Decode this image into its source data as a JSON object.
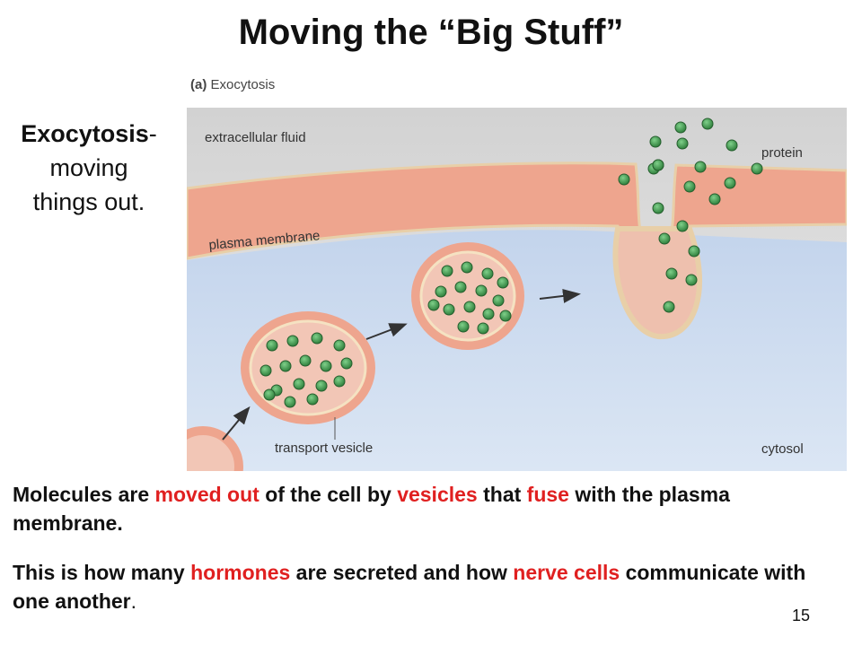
{
  "slide": {
    "title": "Moving the “Big Stuff”",
    "page_number": "15"
  },
  "figure": {
    "caption_letter": "(a)",
    "caption_text": "Exocytosis",
    "labels": {
      "extracellular_fluid": "extracellular fluid",
      "plasma_membrane": "plasma membrane",
      "protein": "protein",
      "transport_vesicle": "transport vesicle",
      "cytosol": "cytosol"
    },
    "colors": {
      "extracellular_top": "#d6d6d6",
      "membrane": "#f0a18a",
      "cytosol": "#c9d9ef",
      "protein": "#3f9a4c",
      "vesicle_interior": "#f2c6b6"
    }
  },
  "side": {
    "term": "Exocytosis",
    "dash": "-",
    "line2": "moving",
    "line3": "things out."
  },
  "para1": {
    "t1": "Molecules are ",
    "r1": "moved out",
    "t2": " of the cell by ",
    "r2": "vesicles",
    "t3": " that ",
    "r3": "fuse",
    "t4": " with the plasma membrane."
  },
  "para2": {
    "t1": "This is how many ",
    "r1": "hormones",
    "t2": " are secreted and how ",
    "r2": "nerve cells",
    "t3": " communicate with one another",
    "t4": "."
  }
}
